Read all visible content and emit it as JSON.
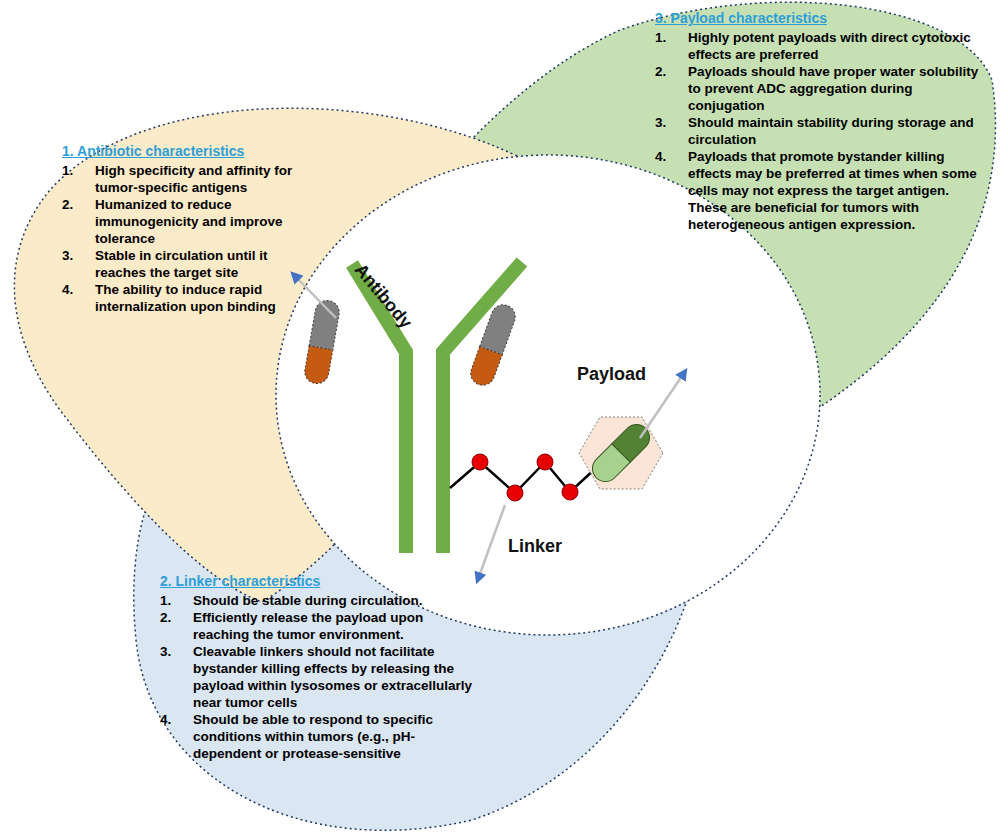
{
  "diagram": {
    "nodes": [
      {
        "text": [
          "1. Antibiotic characteristics",
          "1.",
          "High specificity and affinity for tumor-specific antigens",
          "2.",
          "Humanized to reduce immunogenicity and improve tolerance",
          "3.",
          "Stable in circulation until it reaches the target site",
          "4.",
          "The ability to induce rapid internalization upon binding"
        ]
      },
      {
        "text": [
          "2. Linker characteristics",
          "1.",
          "Should be stable during circulation.",
          "2.",
          "Efficiently release the payload upon reaching the tumor environment.",
          "3.",
          "Cleavable linkers should not facilitate bystander killing effects by releasing the payload within lysosomes or extracellularly near tumor cells",
          "4.",
          "Should be able to respond to specific conditions within tumors (e.g., pH-dependent or protease-sensitive"
        ]
      },
      {
        "text": [
          "3. Payload characteristics",
          "1.",
          "Highly potent payloads with direct cytotoxic effects are preferred",
          "2.",
          "Payloads should have proper water solubility to prevent ADC aggregation during conjugation",
          "3.",
          "Should maintain stability during storage and circulation",
          "4.",
          "Payloads that promote bystander killing effects may be preferred at times when some cells may not express the target antigen. These are beneficial for tumors with heterogeneous antigen expression."
        ]
      }
    ],
    "labels": [
      "Antibody",
      "Payload",
      "Linker"
    ]
  }
}
